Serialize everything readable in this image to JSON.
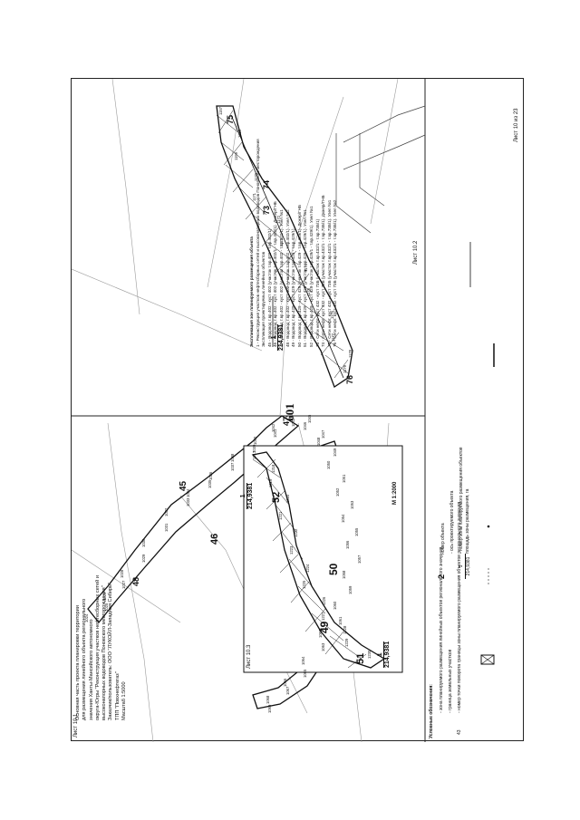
{
  "page_number": "601",
  "title_block": {
    "lines": [
      "Основная часть проекта планировки территории",
      "для размещения линейного объекта регионального",
      "значения Ханты-Мансийского автономного",
      "округа-Югры \"Реконструкция участков нефтесборных сетей и",
      "высоконапорных водоводов Поновского месторождения\"",
      "Заказчик/пользователь: ООО \"ЛУКОЙЛ-Западная Сибирь\"",
      "ТПП \"Повхнефтегаз\"",
      "Масштаб 1:5000"
    ]
  },
  "sheet_labels": {
    "sheet_10_1": "Лист 10.1",
    "sheet_10_2": "Лист 10.2",
    "sheet_10_3": "Лист 10.3",
    "sheet_of": "Лист 10 из 23",
    "inset_scale": "М 1:2000"
  },
  "explication": {
    "title": "Экспликация зон планируемого размещения объекта",
    "group1": "1 - Реконструкция участков нефтесборных сетей и высоконапорных водоводов Поновского месторождения",
    "group2": "Экспликация проектируемых линейных объектов",
    "items": [
      "45 - Водовод т.вр.402 - куст 402 (участок т.вр.402 - т.вр.402/1)",
      "46 - Водовод т.вр.402 - куст 402 (участок т.вр.402/1 - т.вр.402/1). Дюкер/ГНБ",
      "47 - Водовод т.вр.402 - куст 402 (участок т.вр.402 - т.вр.402/1). Узел №1",
      "48 - Водовод т.вр.402 - куст 402 (участок т.вр.402 - т.вр.402/1). Узел №2",
      "49 - Водовод т.вр.429 - куст 429 (участок т.вр.429 - т.вр.429/1)",
      "50 - Водовод т.вр.429 - куст 429 (участок т.вр.429 - т.вр.429/1). Дюкер/ГНБ",
      "51 - Водовод т.вр.429 - куст 429 (участок т.вр.429 - т.вр.429/1). Узел №1",
      "52 - Водовод т.вр.429 - куст 429 (участок т.вр.429/1 - т.вр.429/1). Узел №1",
      "73 - Сети нефт. куст 432 - куст 73Б (участок т.вр.432/1 - т.вр.73Б/1)",
      "74 - Сети нефт. куст 432 - куст 73Б (участок т.вр.432/1 - т.вр.73Б/1). Дюкер/ГНБ",
      "75 - Сети нефт. куст 432 - куст 73Б (участок т.вр.432/1 - т.вр.73Б/1). Узел №1",
      "76 - Сети нефт. куст 432 - куст 73Б (участок т.вр.432/1 - т.вр.73Б/1). Узел №2"
    ]
  },
  "legend": {
    "title": "Условные обозначения:",
    "items": [
      "- зона планируемого размещения линейных объектов регионального значения",
      "- граница земельных участков",
      "- номер точки поворота границы зоны планируемого размещения объектов регионального значения",
      "- номер объекта",
      "- ось проектируемого объекта",
      "- номер зоны планируемого размещения объектов площадь зоны размещения, га"
    ],
    "point_example": "43",
    "object_example": "2",
    "zone_example_number": "1",
    "zone_example_area": "214,9381"
  },
  "map_labels": {
    "objects_main": [
      "46",
      "45",
      "47",
      "48"
    ],
    "objects_inset": [
      "49",
      "50",
      "51",
      "52"
    ],
    "objects_right": [
      "73",
      "74",
      "75",
      "76"
    ],
    "zone_number": "1",
    "zone_area": "214,9381",
    "points_main": [
      "1024",
      "1025",
      "1026",
      "1027",
      "1028",
      "1029",
      "1030",
      "1031",
      "1032",
      "1033",
      "1034",
      "1035",
      "1036",
      "1037",
      "1038",
      "1039",
      "1040",
      "1041",
      "1042",
      "1043",
      "1044",
      "1045",
      "1046",
      "1047",
      "1048",
      "1049",
      "1050",
      "1051",
      "1052",
      "1053",
      "1054",
      "1055",
      "1056",
      "1057",
      "1058",
      "1059",
      "1060",
      "1061",
      "1062",
      "1063",
      "1064",
      "1065",
      "1066",
      "1067",
      "1068",
      "1069"
    ],
    "points_inset": [
      "1217",
      "1218",
      "1219",
      "1220",
      "1221",
      "1222",
      "1223",
      "1224",
      "1225",
      "1226",
      "1227",
      "1228",
      "1229",
      "1230"
    ],
    "points_right": [
      "1157",
      "1158",
      "1159",
      "1170",
      "1171",
      "1172",
      "1173",
      "1174",
      "1175",
      "1176",
      "1177",
      "1178",
      "1179"
    ]
  },
  "colors": {
    "ink": "#111111",
    "paper": "#ffffff",
    "gray_line": "#8a8a8a"
  }
}
